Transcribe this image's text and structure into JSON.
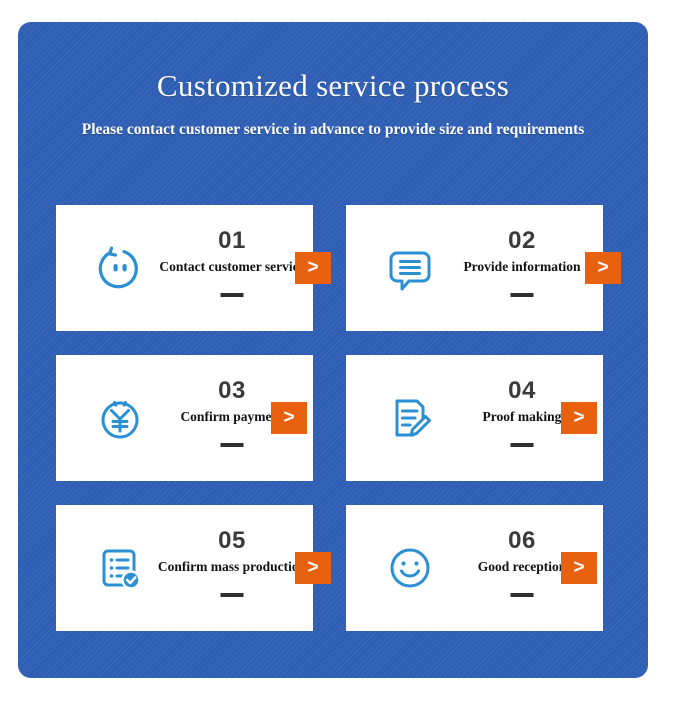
{
  "header": {
    "title": "Customized service process",
    "subtitle": "Please contact customer service in advance to provide size and requirements"
  },
  "colors": {
    "panel_blue": "#2f5fb4",
    "card_white": "#ffffff",
    "icon_blue": "#2b8fd4",
    "accent_orange": "#e8610f",
    "number_gray": "#3a3a3a"
  },
  "arrow_label": ">",
  "cards": [
    {
      "number": "01",
      "label": "Contact customer service",
      "icon": "customer-service-face-icon",
      "dash": "",
      "arrow_style": "overhang"
    },
    {
      "number": "02",
      "label": "Provide information",
      "icon": "speech-bubble-lines-icon",
      "dash": "",
      "arrow_style": "overhang"
    },
    {
      "number": "03",
      "label": "Confirm payment",
      "icon": "yuan-currency-circle-icon",
      "dash": "",
      "arrow_style": "inset"
    },
    {
      "number": "04",
      "label": "Proof making",
      "icon": "document-pencil-icon",
      "dash": "",
      "arrow_style": "inset"
    },
    {
      "number": "05",
      "label": "Confirm mass production",
      "icon": "checklist-check-icon",
      "dash": "",
      "arrow_style": "overhang"
    },
    {
      "number": "06",
      "label": "Good reception",
      "icon": "smiley-face-icon",
      "dash": "",
      "arrow_style": "inset"
    }
  ]
}
